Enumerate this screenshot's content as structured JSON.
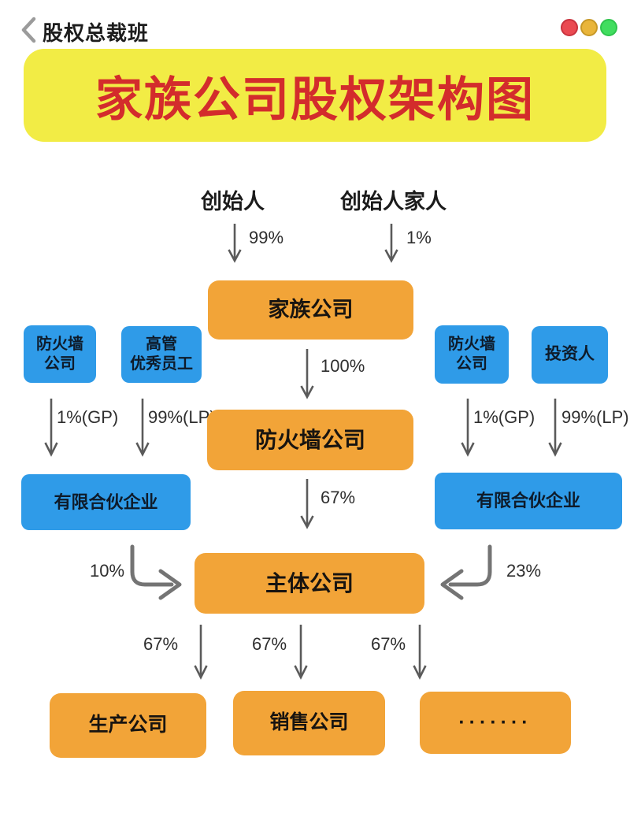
{
  "header": {
    "back_title": "股权总裁班",
    "window_dots": [
      {
        "name": "red-dot",
        "fill": "#ea4a52",
        "border": "#c9333e"
      },
      {
        "name": "yellow-dot",
        "fill": "#e9b53a",
        "border": "#c79827"
      },
      {
        "name": "green-dot",
        "fill": "#41dd5f",
        "border": "#2fc44d"
      }
    ]
  },
  "banner": {
    "title": "家族公司股权架构图",
    "bg_color": "#f2ec45",
    "text_color": "#d32c2c"
  },
  "colors": {
    "node_orange": "#f2a438",
    "node_blue": "#2f9be8",
    "arrow_gray": "#5a5a5a",
    "curve_gray": "#747474"
  },
  "diagram": {
    "top": {
      "founder": "创始人",
      "founder_family": "创始人家人",
      "founder_pct": "99%",
      "family_pct": "1%"
    },
    "center": {
      "family_company": "家族公司",
      "pct_100": "100%",
      "firewall_company": "防火墙公司",
      "pct_67": "67%",
      "main_company": "主体公司"
    },
    "left": {
      "firewall_line1": "防火墙",
      "firewall_line2": "公司",
      "exec_line1": "高管",
      "exec_line2": "优秀员工",
      "gp": "1%(GP)",
      "lp": "99%(LP)",
      "lp_entity": "有限合伙企业",
      "pct_to_main": "10%"
    },
    "right": {
      "firewall_line1": "防火墙",
      "firewall_line2": "公司",
      "investor": "投资人",
      "gp": "1%(GP)",
      "lp": "99%(LP)",
      "lp_entity": "有限合伙企业",
      "pct_to_main": "23%"
    },
    "bottom": {
      "pcts": [
        "67%",
        "67%",
        "67%"
      ],
      "companies": [
        "生产公司",
        "销售公司",
        "·······"
      ]
    }
  }
}
